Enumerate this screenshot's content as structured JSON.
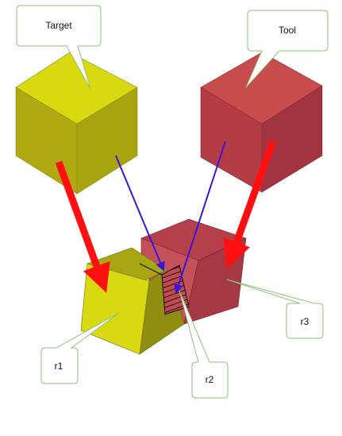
{
  "callouts": {
    "target": {
      "label": "Target"
    },
    "tool": {
      "label": "Tool"
    },
    "r1": {
      "label": "r1"
    },
    "r2": {
      "label": "r2"
    },
    "r3": {
      "label": "r3"
    }
  },
  "colors": {
    "target_top": "#d9d910",
    "target_left": "#b3ad12",
    "target_right": "#9e9c10",
    "tool_top": "#c84c4c",
    "tool_left": "#b43c44",
    "tool_right": "#a03040",
    "callout_border": "#8fc27a",
    "red_arrow": "#ff0f0f",
    "blue_arrow": "#3c14dc"
  }
}
